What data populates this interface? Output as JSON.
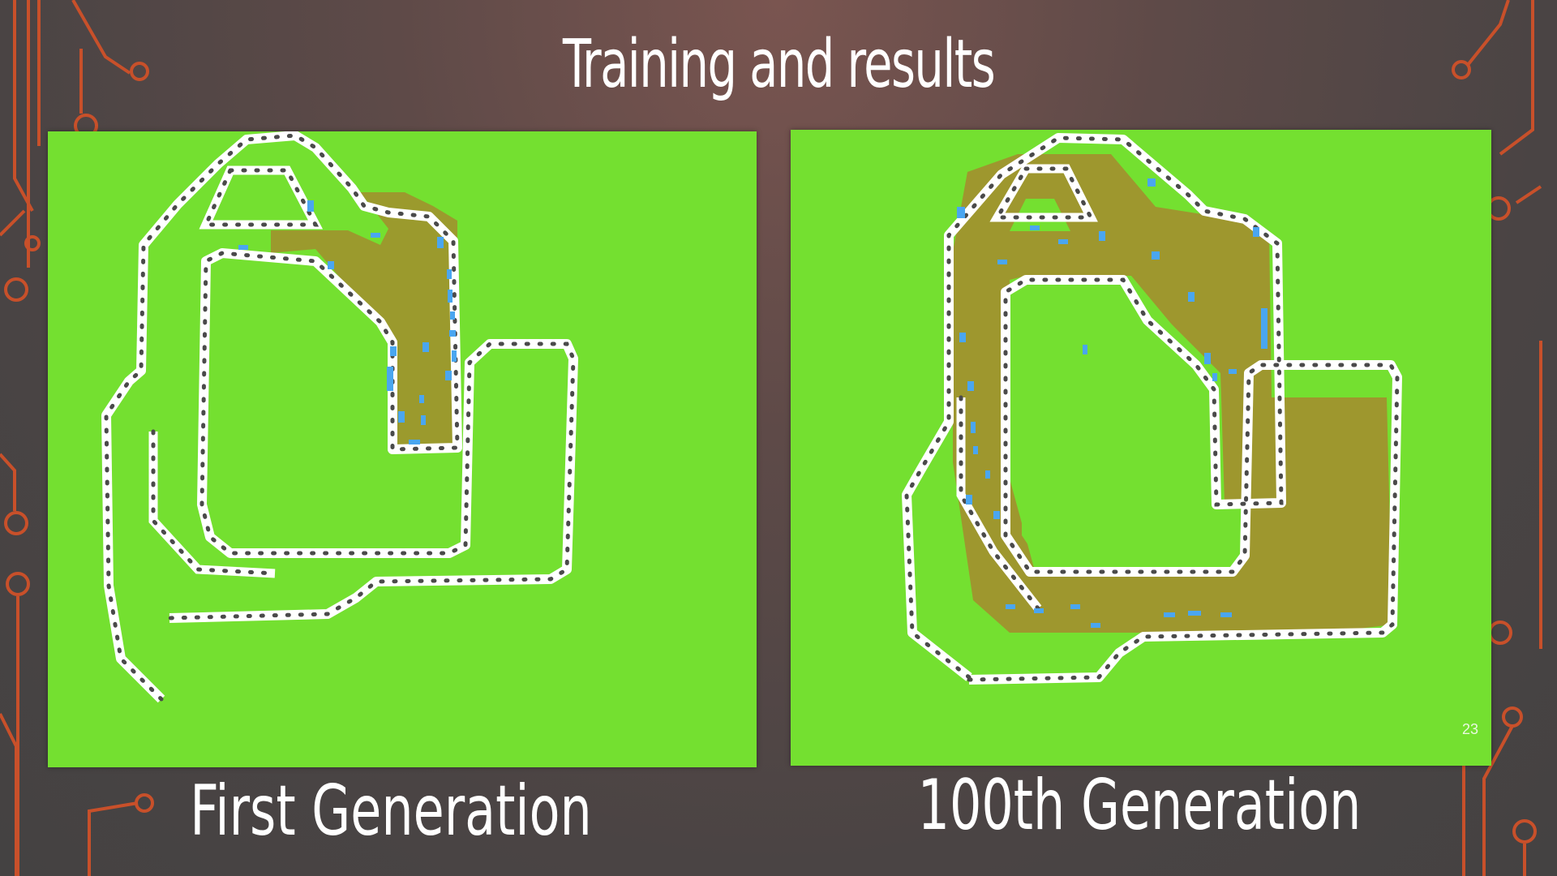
{
  "slide": {
    "title": "Training and results",
    "slide_number": "23",
    "accent_color": "#c8502a",
    "background_color": "#4e4545"
  },
  "panels": [
    {
      "caption": "First Generation",
      "grass_color": "#74e030",
      "explored_color": "#a0922e",
      "car_color": "#4aa6f0"
    },
    {
      "caption": "100th Generation",
      "grass_color": "#74e030",
      "explored_color": "#a0922e",
      "car_color": "#4aa6f0"
    }
  ]
}
